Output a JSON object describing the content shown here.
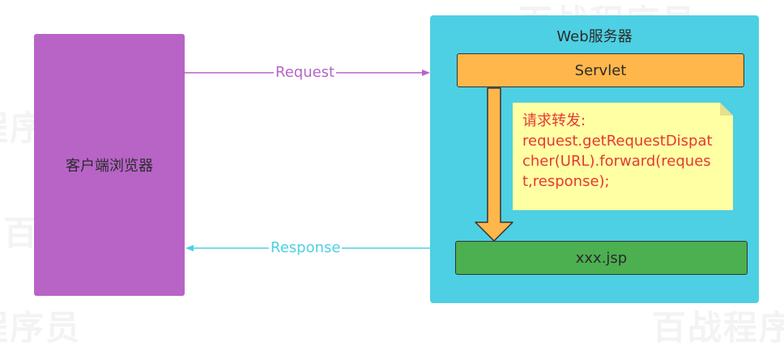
{
  "watermark_text": "百战程序员",
  "client": {
    "label": "客户端浏览器"
  },
  "server": {
    "title": "Web服务器",
    "servlet_label": "Servlet",
    "jsp_label": "xxx.jsp"
  },
  "note": {
    "lines": [
      "请求转发:",
      "request.getRequestDispat",
      "cher(URL).forward(reques",
      "t,response);"
    ]
  },
  "arrows": {
    "request_label": "Request",
    "response_label": "Response"
  },
  "colors": {
    "client": "#b764c6",
    "server": "#4dd0e3",
    "servlet": "#ffb74c",
    "jsp": "#4caf50",
    "note_bg": "#ffffa3",
    "note_text": "#e53935",
    "request_line": "#b764c6",
    "response_line": "#4dd0e3"
  }
}
